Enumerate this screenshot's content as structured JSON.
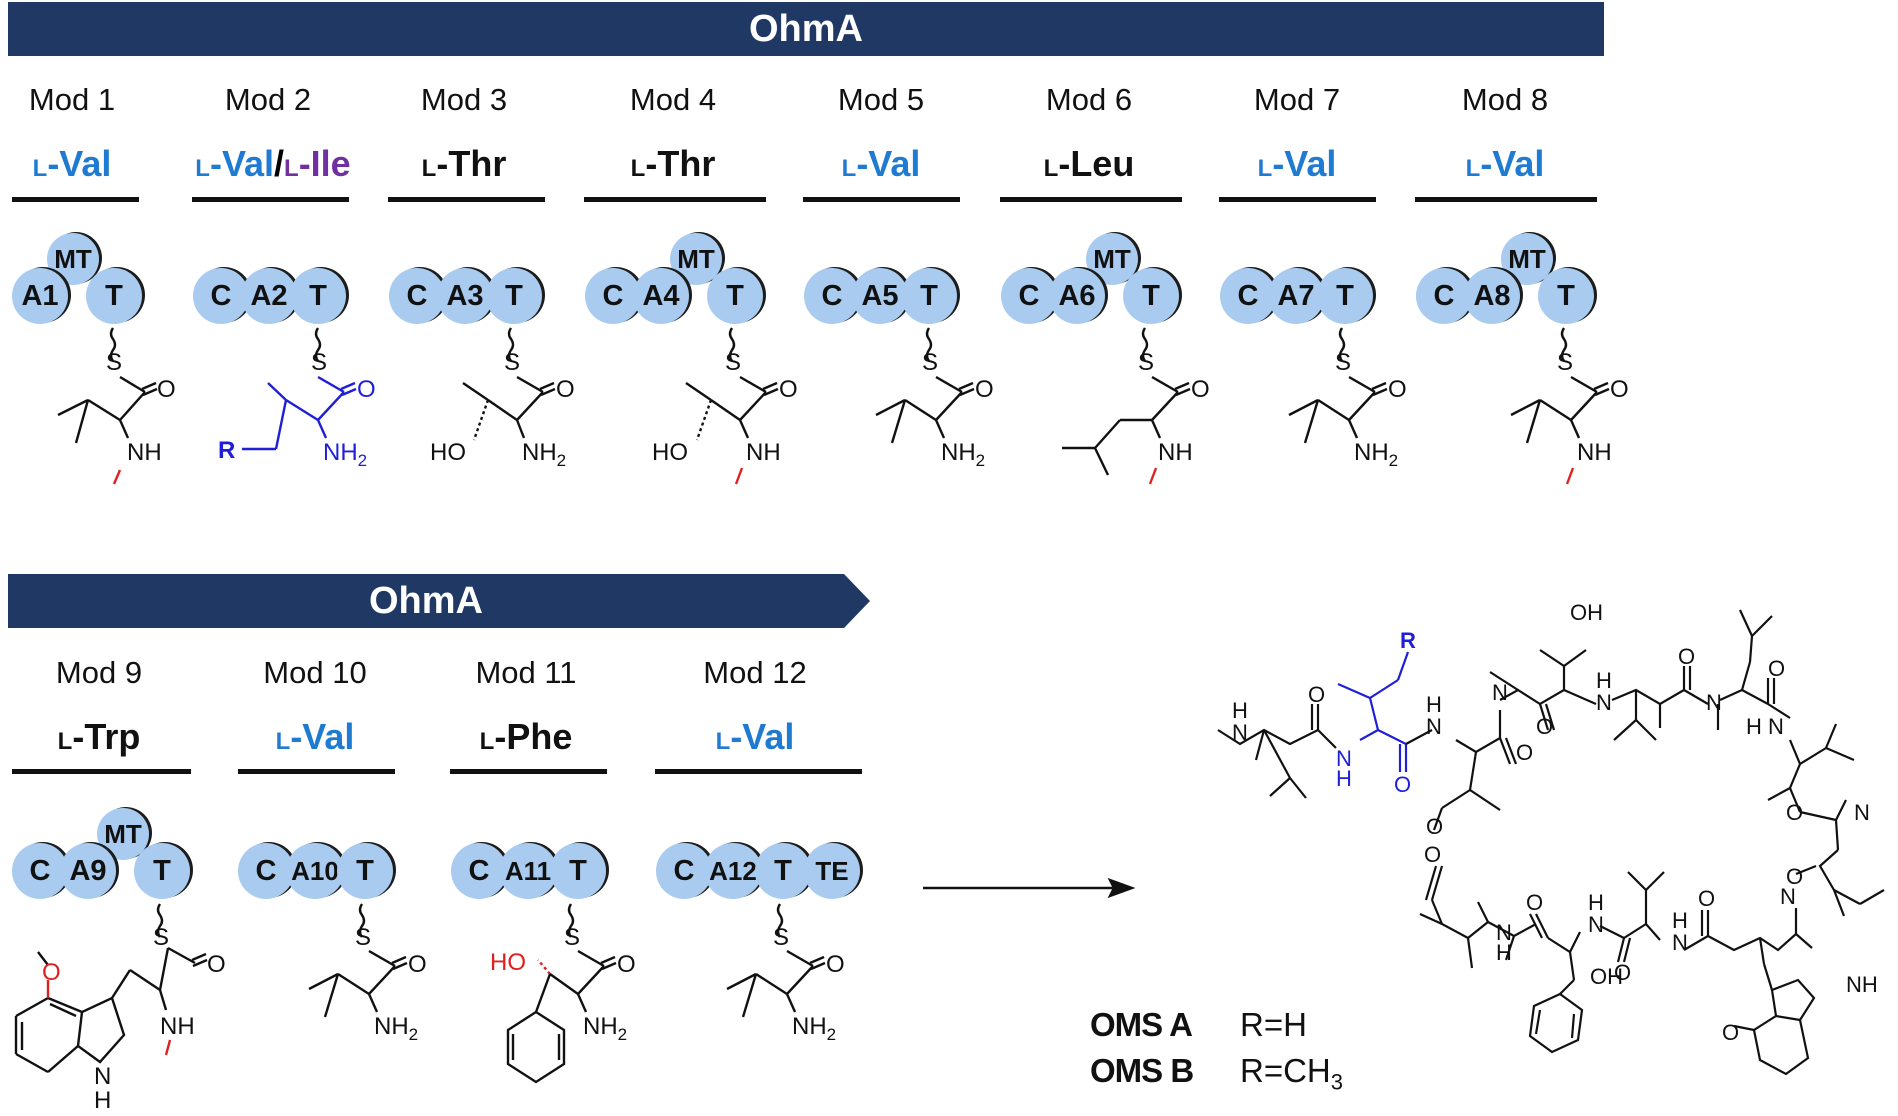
{
  "banner1": {
    "label": "OhmA"
  },
  "banner2": {
    "label": "OhmA"
  },
  "colors": {
    "blue": "#1f7ad1",
    "purple": "#7030a0",
    "black": "#111111",
    "navy": "#1f3864",
    "domain": "#a9cbef",
    "red": "#e02020",
    "struct_blue": "#1f1fd8"
  },
  "modules": [
    {
      "title": "Mod 1",
      "aa_prefix": "L",
      "aa_name": "-Val",
      "domains": [
        "A1",
        "MT",
        "T"
      ]
    },
    {
      "title": "Mod 2",
      "aa_prefix": "L",
      "aa_name": "-Val",
      "aa_sep": "/",
      "aa2_prefix": "L",
      "aa2_name": "-Ile",
      "domains": [
        "C",
        "A2",
        "T"
      ]
    },
    {
      "title": "Mod 3",
      "aa_prefix": "L",
      "aa_name": "-Thr",
      "domains": [
        "C",
        "A3",
        "T"
      ]
    },
    {
      "title": "Mod 4",
      "aa_prefix": "L",
      "aa_name": "-Thr",
      "domains": [
        "C",
        "A4",
        "MT",
        "T"
      ]
    },
    {
      "title": "Mod 5",
      "aa_prefix": "L",
      "aa_name": "-Val",
      "domains": [
        "C",
        "A5",
        "T"
      ]
    },
    {
      "title": "Mod 6",
      "aa_prefix": "L",
      "aa_name": "-Leu",
      "domains": [
        "C",
        "A6",
        "MT",
        "T"
      ]
    },
    {
      "title": "Mod 7",
      "aa_prefix": "L",
      "aa_name": "-Val",
      "domains": [
        "C",
        "A7",
        "T"
      ]
    },
    {
      "title": "Mod 8",
      "aa_prefix": "L",
      "aa_name": "-Val",
      "domains": [
        "C",
        "A8",
        "MT",
        "T"
      ]
    },
    {
      "title": "Mod 9",
      "aa_prefix": "L",
      "aa_name": "-Trp",
      "domains": [
        "C",
        "A9",
        "MT",
        "T"
      ]
    },
    {
      "title": "Mod 10",
      "aa_prefix": "L",
      "aa_name": "-Val",
      "domains": [
        "C",
        "A10",
        "T"
      ]
    },
    {
      "title": "Mod 11",
      "aa_prefix": "L",
      "aa_name": "-Phe",
      "domains": [
        "C",
        "A11",
        "T"
      ]
    },
    {
      "title": "Mod 12",
      "aa_prefix": "L",
      "aa_name": "-Val",
      "domains": [
        "C",
        "A12",
        "T",
        "TE"
      ]
    }
  ],
  "atoms": {
    "S": "S",
    "O": "O",
    "NH": "NH",
    "NH2": "NH",
    "sub2": "2",
    "HO": "HO",
    "R": "R",
    "N": "N",
    "H": "H",
    "OH": "OH"
  },
  "legend": {
    "a_name": "OMS A",
    "a_formula": "R=H",
    "b_name": "OMS B",
    "b_formula_main": "R=CH",
    "b_formula_sub": "3"
  }
}
